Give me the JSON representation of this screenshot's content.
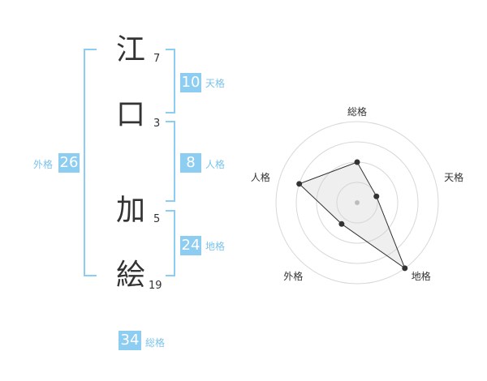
{
  "name": {
    "chars": [
      {
        "char": "江",
        "strokes": "7"
      },
      {
        "char": "口",
        "strokes": "3"
      },
      {
        "char": "加",
        "strokes": "5"
      },
      {
        "char": "絵",
        "strokes": "19"
      }
    ]
  },
  "fortune": {
    "tenkaku": {
      "value": "10",
      "label": "天格"
    },
    "jinkaku": {
      "value": "8",
      "label": "人格"
    },
    "chikaku": {
      "value": "24",
      "label": "地格"
    },
    "gaikaku": {
      "value": "26",
      "label": "外格"
    },
    "soukaku": {
      "value": "34",
      "label": "総格"
    }
  },
  "chart_data": {
    "type": "radar",
    "axes": [
      "総格",
      "天格",
      "地格",
      "外格",
      "人格"
    ],
    "rings": 4,
    "values": [
      2,
      1,
      4,
      1.3,
      3
    ]
  },
  "colors": {
    "accent": "#8ecdf2",
    "accent_text": "#7cc3ea",
    "text": "#333333"
  }
}
